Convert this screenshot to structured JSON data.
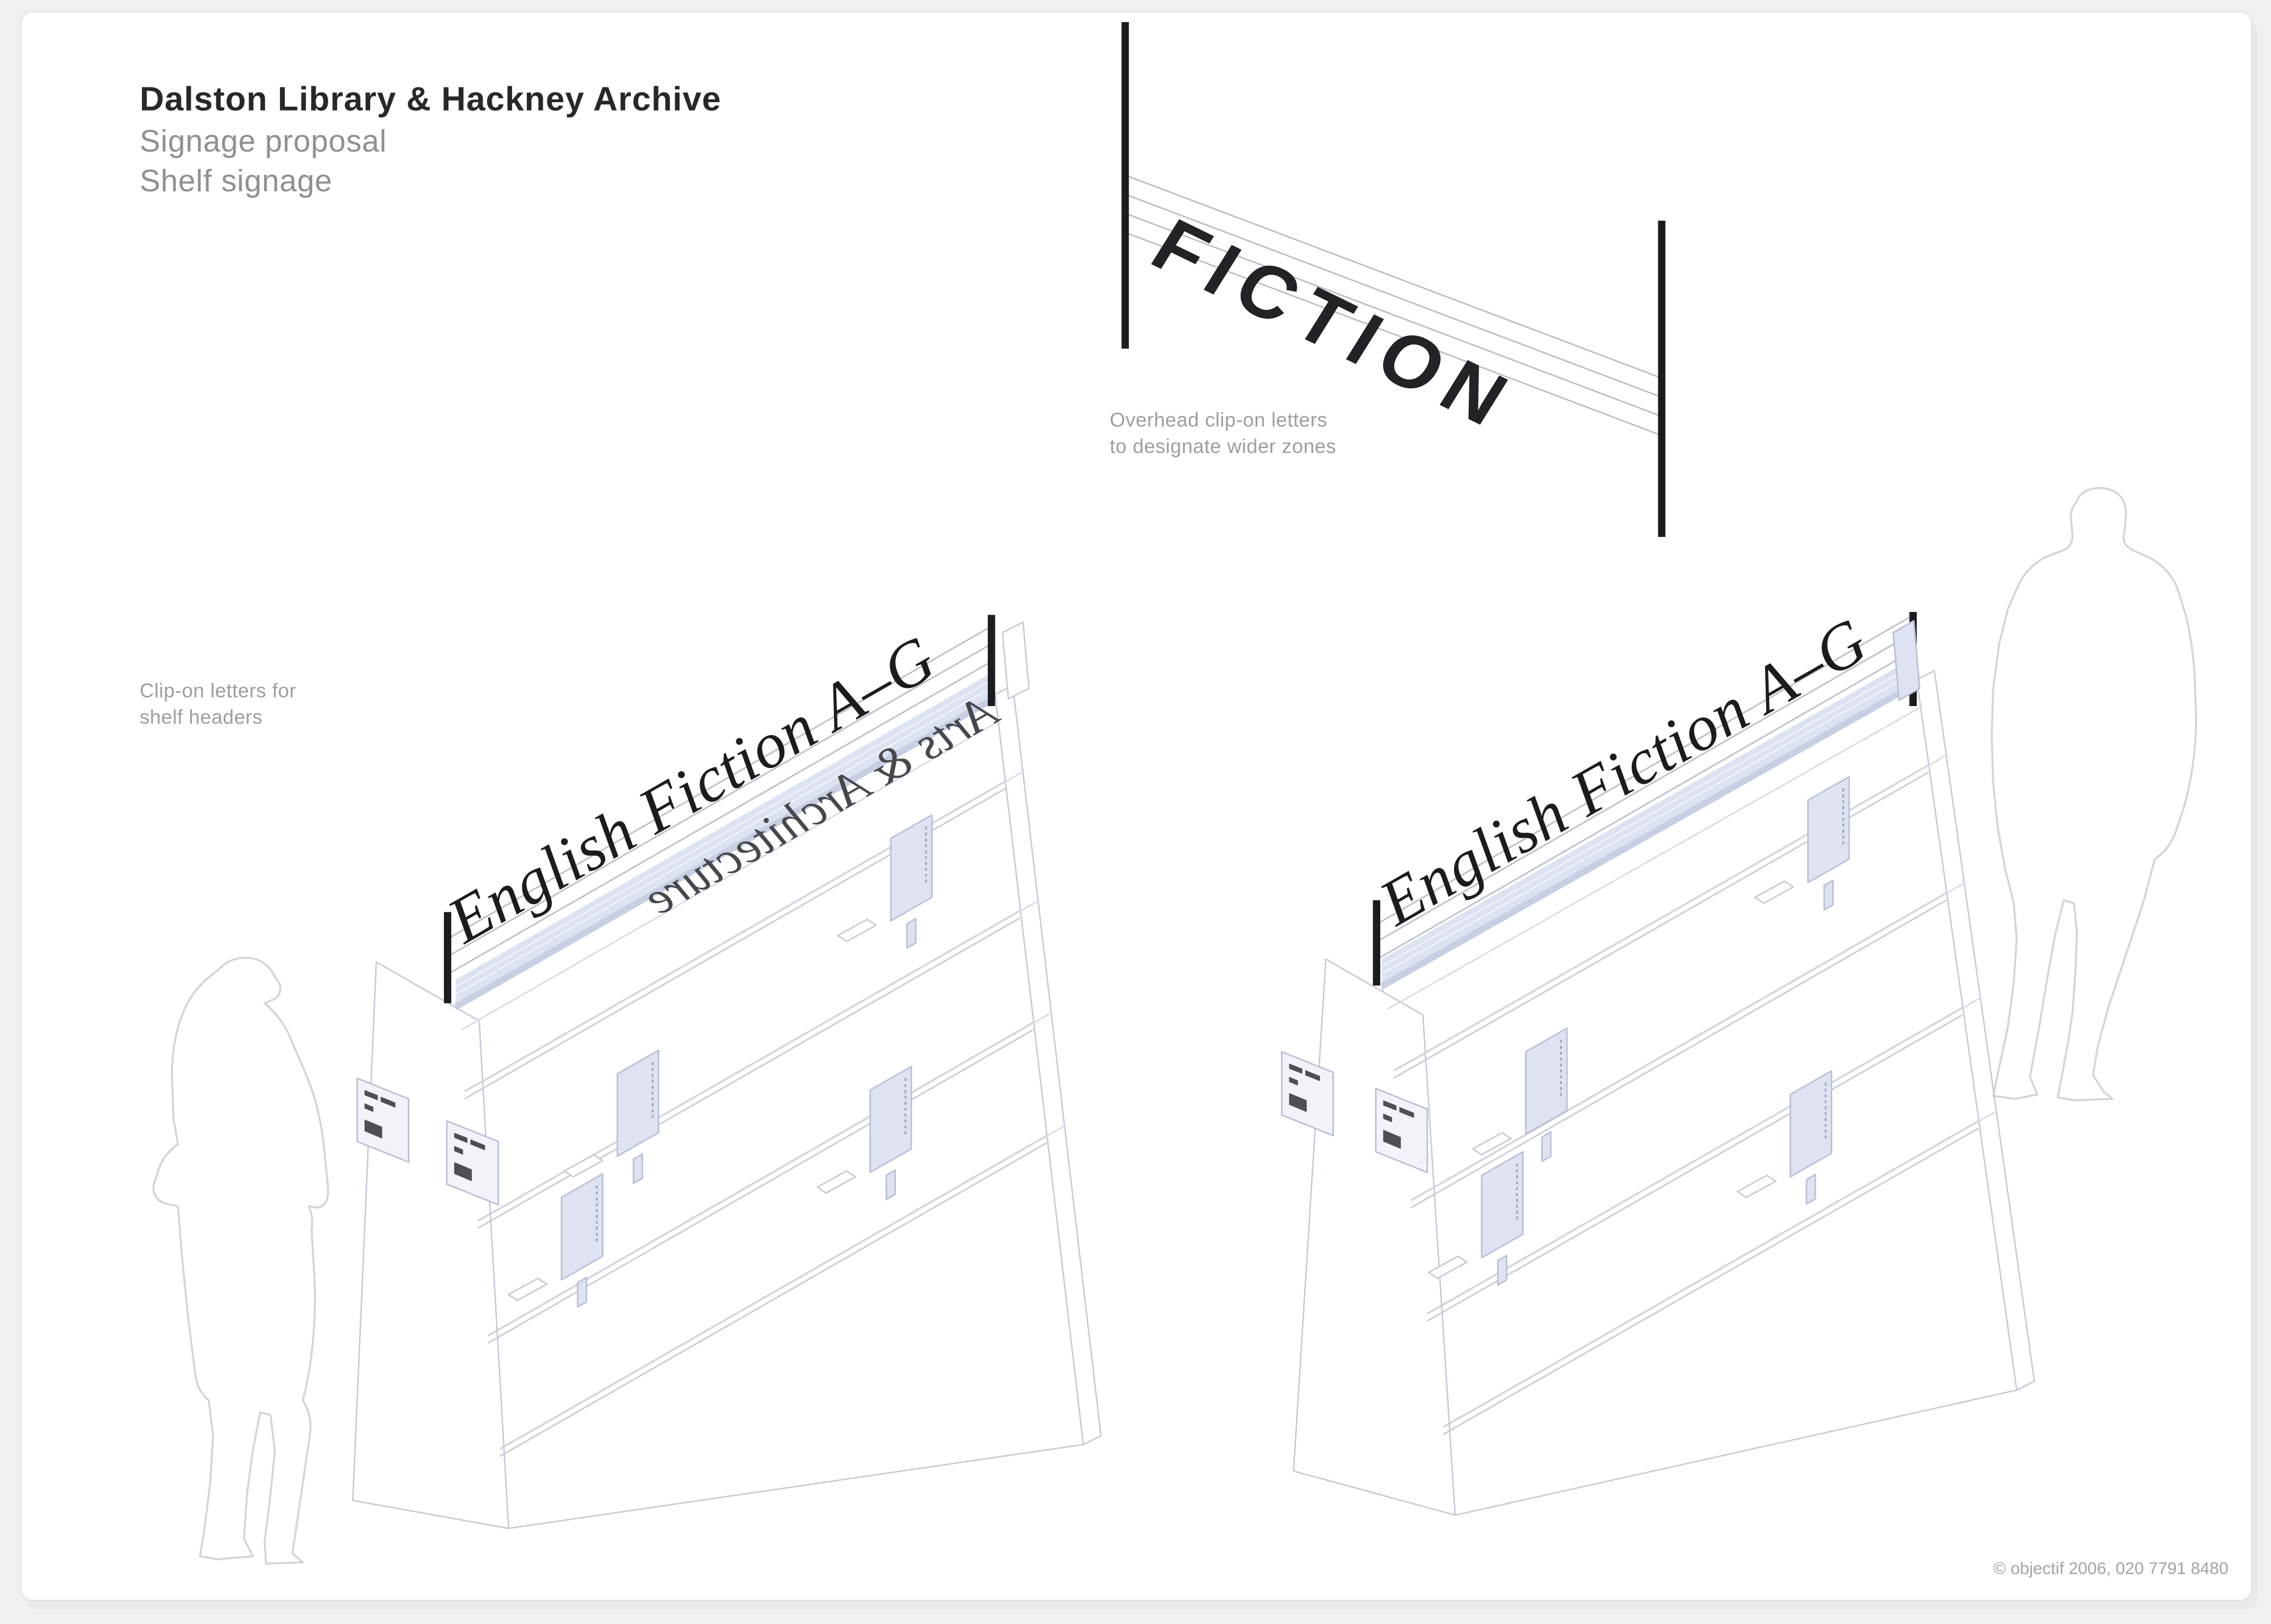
{
  "header": {
    "title": "Dalston Library & Hackney Archive",
    "subtitle": "Signage proposal",
    "page_label": "Shelf signage"
  },
  "overhead_sign": {
    "word": "FICTION",
    "caption_line1": "Overhead clip-on letters",
    "caption_line2": "to designate wider zones"
  },
  "shelf_signs": {
    "caption_line1": "Clip-on letters for",
    "caption_line2": "shelf headers",
    "left_unit_front_label": "English Fiction A–G",
    "left_unit_back_label": "Arts & Architecture",
    "right_unit_front_label": "English Fiction A–G"
  },
  "footer": {
    "credit": "© objectif 2006, 020 7791 8480"
  },
  "palette": {
    "background": "#eef0f1",
    "page": "#ffffff",
    "ink": "#232327",
    "outline": "#c7cbd5",
    "accent_lavender": "#dde2f0",
    "muted_text": "#9b9ea3"
  }
}
